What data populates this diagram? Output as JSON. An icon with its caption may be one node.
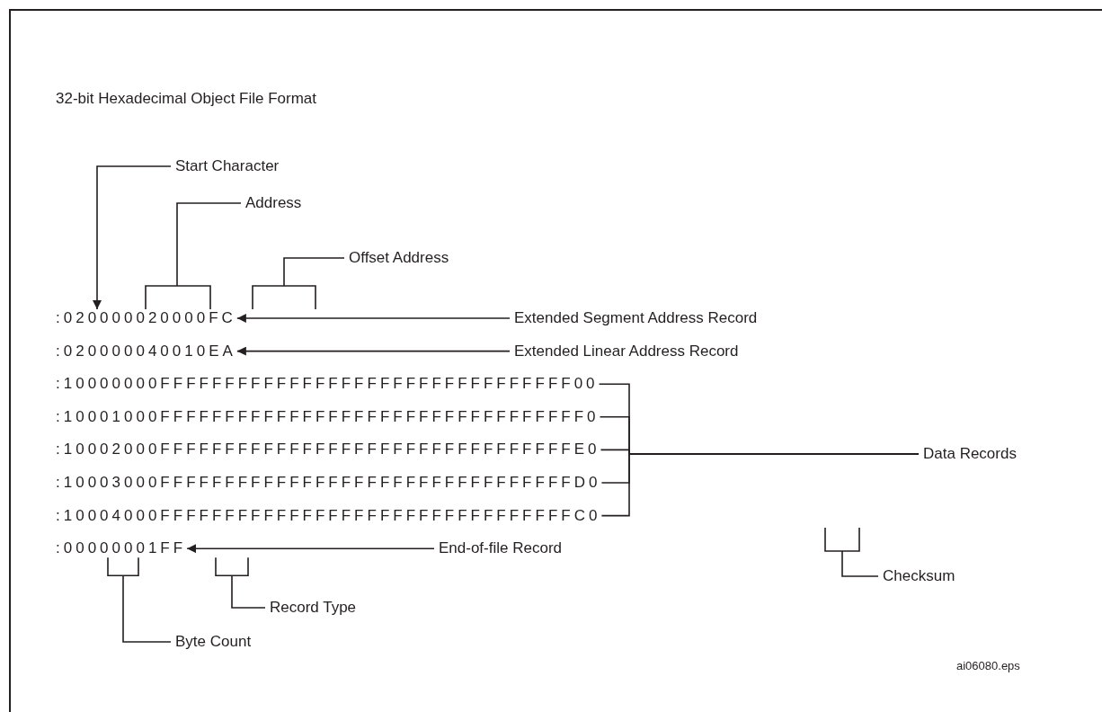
{
  "diagram": {
    "nodes": [
      {
        "text": [
          "Start Character"
        ]
      },
      {
        "text": [
          "Address"
        ]
      },
      {
        "text": [
          "Offset Address"
        ]
      },
      {
        "text": [
          ":020000020000FC"
        ]
      },
      {
        "text": [
          ":020000040010EA"
        ]
      },
      {
        "text": [
          ":10000000FFFFFFFFFFFFFFFFFFFFFFFFFFFFFFFF00"
        ]
      },
      {
        "text": [
          ":10001000FFFFFFFFFFFFFFFFFFFFFFFFFFFFFFFFF0"
        ]
      },
      {
        "text": [
          ":10002000FFFFFFFFFFFFFFFFFFFFFFFFFFFFFFFFE0"
        ]
      },
      {
        "text": [
          ":10003000FFFFFFFFFFFFFFFFFFFFFFFFFFFFFFFFD0"
        ]
      },
      {
        "text": [
          ":10004000FFFFFFFFFFFFFFFFFFFFFFFFFFFFFFFFC0"
        ]
      },
      {
        "text": [
          ":00000001FF"
        ]
      },
      {
        "text": [
          "Extended Segment Address Record"
        ]
      },
      {
        "text": [
          "Extended Linear Address Record"
        ]
      },
      {
        "text": [
          "Data Records"
        ]
      },
      {
        "text": [
          "End-of-file Record"
        ]
      },
      {
        "text": [
          "Checksum"
        ]
      },
      {
        "text": [
          "Record Type"
        ]
      },
      {
        "text": [
          "Byte Count"
        ]
      }
    ],
    "edges": [
      {
        "from": 0,
        "to": 3,
        "arrow": "to"
      },
      {
        "from": 1,
        "to": 3,
        "arrow": "none"
      },
      {
        "from": 2,
        "to": 3,
        "arrow": "none"
      },
      {
        "from": 11,
        "to": 3,
        "arrow": "to"
      },
      {
        "from": 12,
        "to": 4,
        "arrow": "to"
      },
      {
        "from": 13,
        "to": 5,
        "arrow": "none"
      },
      {
        "from": 13,
        "to": 6,
        "arrow": "none"
      },
      {
        "from": 13,
        "to": 7,
        "arrow": "none"
      },
      {
        "from": 13,
        "to": 8,
        "arrow": "none"
      },
      {
        "from": 13,
        "to": 9,
        "arrow": "none"
      },
      {
        "from": 14,
        "to": 10,
        "arrow": "to"
      },
      {
        "from": 15,
        "to": null,
        "arrow": "none"
      },
      {
        "from": 16,
        "to": 10,
        "arrow": "none"
      },
      {
        "from": 17,
        "to": 10,
        "arrow": "none"
      }
    ],
    "labels": [
      "32-bit Hexadecimal Object File Format",
      "ai06080.eps"
    ]
  }
}
